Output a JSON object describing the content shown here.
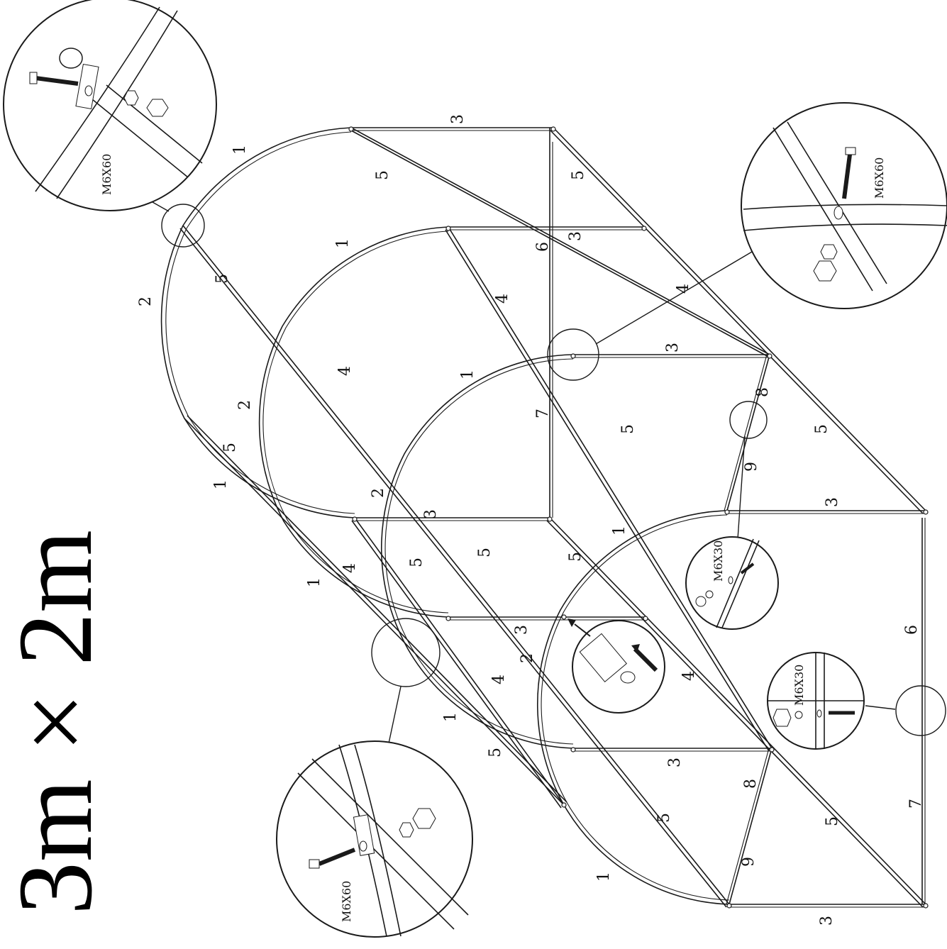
{
  "title": "3m × 2m",
  "bolt_labels": {
    "top_left": "M6X60",
    "right": "M6X60",
    "bottom_left": "M6X60",
    "mid_right_small": "M6X30",
    "lower_right": "M6X30"
  },
  "part_numbers": {
    "p1": "1",
    "p2": "2",
    "p3": "3",
    "p4": "4",
    "p5": "5",
    "p6": "6",
    "p7": "7",
    "p8": "8",
    "p9": "9"
  }
}
